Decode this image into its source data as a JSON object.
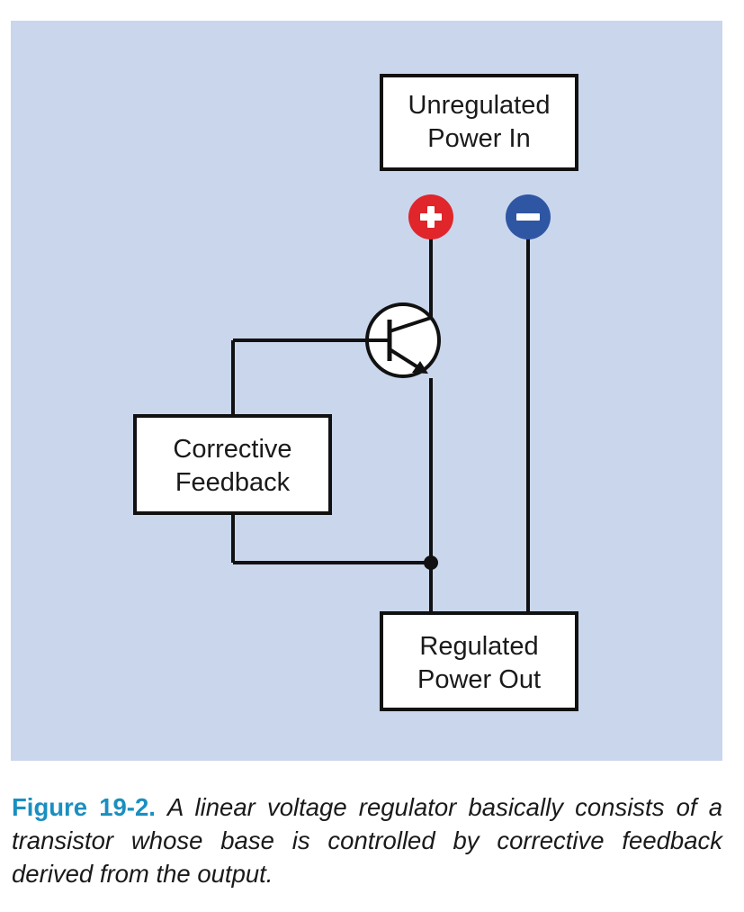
{
  "colors": {
    "panel_background": "#c9d6ec",
    "wire": "#111111",
    "positive_terminal": "#e0252b",
    "negative_terminal": "#2f56a3",
    "caption_label": "#1a8fc0"
  },
  "boxes": {
    "unregulated_input": [
      "Unregulated",
      "Power In"
    ],
    "corrective_feedback": [
      "Corrective",
      "Feedback"
    ],
    "regulated_output": [
      "Regulated",
      "Power Out"
    ]
  },
  "terminals": {
    "positive": "plus-icon",
    "negative": "minus-icon"
  },
  "components": {
    "transistor": "npn-transistor-icon"
  },
  "caption": {
    "label": "Figure 19-2.",
    "text": "A linear voltage regulator basically consists of a transistor whose base is controlled by corrective feedback derived from the output."
  }
}
